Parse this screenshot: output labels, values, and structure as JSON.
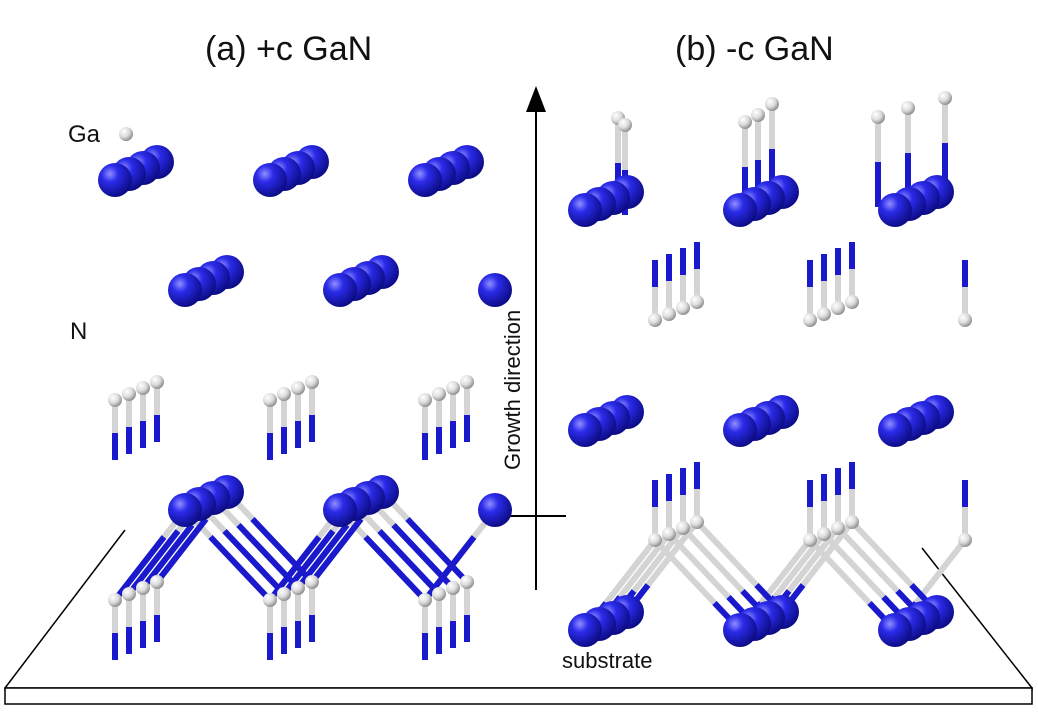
{
  "titles": {
    "panel_a": "(a) +c GaN",
    "panel_b": "(b) -c GaN"
  },
  "labels": {
    "ga": "Ga",
    "n": "N",
    "growth_direction": "Growth direction",
    "substrate": "substrate"
  },
  "colors": {
    "nitrogen_atom": "#1a1acc",
    "gallium_atom": "#e6e6e6",
    "line": "#000000"
  },
  "structures": [
    {
      "name": "plus-c-gan-structure",
      "polarity": "+c"
    },
    {
      "name": "minus-c-gan-structure",
      "polarity": "-c"
    }
  ]
}
